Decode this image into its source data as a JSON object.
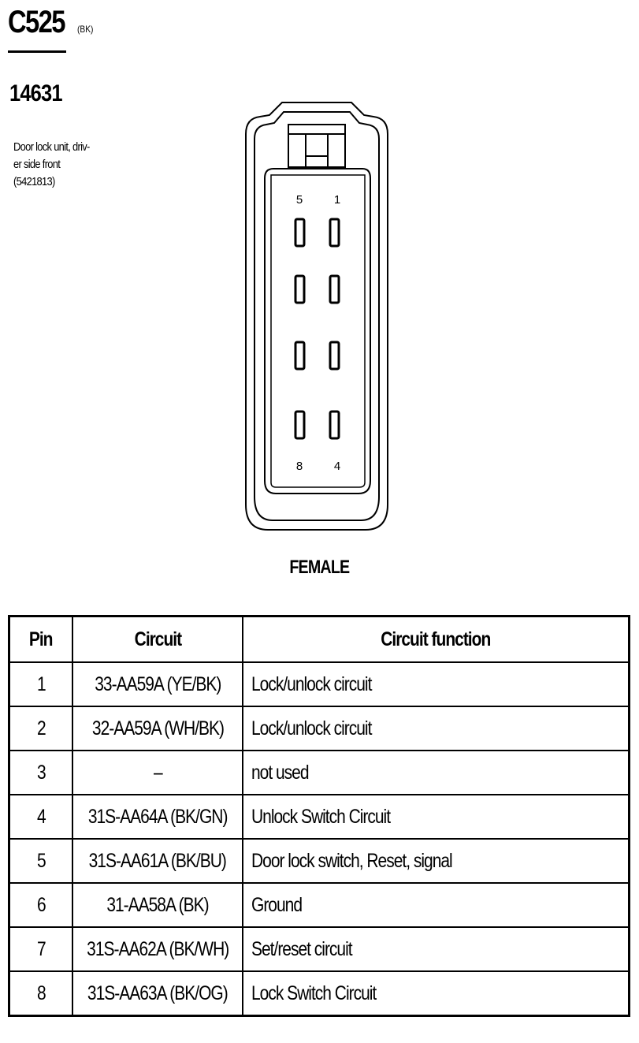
{
  "connector": {
    "id": "C525",
    "color_code": "(BK)",
    "part_number": "14631",
    "description_lines": [
      "Door lock unit, driv-",
      "er side front",
      "(5421813)"
    ],
    "gender": "FEMALE",
    "pin_labels": {
      "top_left": "5",
      "top_right": "1",
      "bottom_left": "8",
      "bottom_right": "4"
    }
  },
  "table": {
    "headers": {
      "pin": "Pin",
      "circuit": "Circuit",
      "function": "Circuit function"
    },
    "rows": [
      {
        "pin": "1",
        "circuit": "33-AA59A (YE/BK)",
        "function": "Lock/unlock circuit"
      },
      {
        "pin": "2",
        "circuit": "32-AA59A (WH/BK)",
        "function": "Lock/unlock circuit"
      },
      {
        "pin": "3",
        "circuit": "–",
        "function": "not used"
      },
      {
        "pin": "4",
        "circuit": "31S-AA64A (BK/GN)",
        "function": "Unlock Switch Circuit"
      },
      {
        "pin": "5",
        "circuit": "31S-AA61A (BK/BU)",
        "function": "Door lock switch, Reset, signal"
      },
      {
        "pin": "6",
        "circuit": "31-AA58A (BK)",
        "function": "Ground"
      },
      {
        "pin": "7",
        "circuit": "31S-AA62A (BK/WH)",
        "function": "Set/reset circuit"
      },
      {
        "pin": "8",
        "circuit": "31S-AA63A (BK/OG)",
        "function": "Lock Switch Circuit"
      }
    ]
  }
}
